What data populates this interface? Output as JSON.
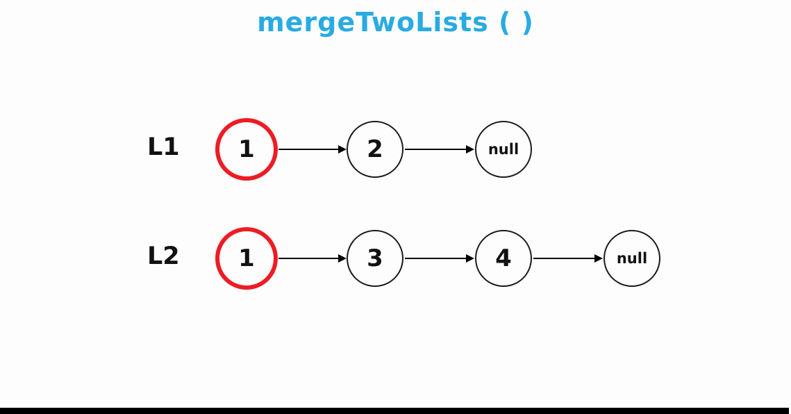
{
  "title": "mergeTwoLists ( )",
  "colors": {
    "title_text": "#29ABE2",
    "highlight_ring": "#ED1C24",
    "node_outline": "#1a1a1a",
    "arrow": "#000000",
    "footer_bar": "#000000",
    "background": "#fdfdfd"
  },
  "lists": [
    {
      "label": "L1",
      "nodes": [
        {
          "value": "1",
          "highlighted": true
        },
        {
          "value": "2",
          "highlighted": false
        },
        {
          "value": "null",
          "highlighted": false
        }
      ]
    },
    {
      "label": "L2",
      "nodes": [
        {
          "value": "1",
          "highlighted": true
        },
        {
          "value": "3",
          "highlighted": false
        },
        {
          "value": "4",
          "highlighted": false
        },
        {
          "value": "null",
          "highlighted": false
        }
      ]
    }
  ]
}
